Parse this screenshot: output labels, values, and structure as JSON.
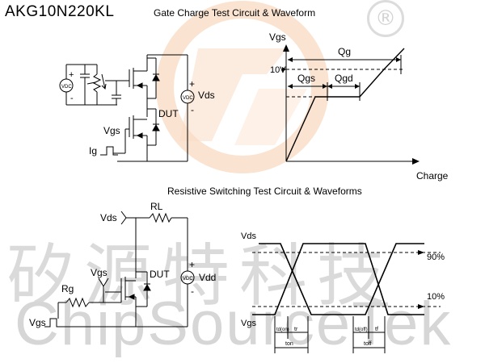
{
  "header": {
    "part_number": "AKG10N220KL",
    "registered_mark": "®"
  },
  "watermark": {
    "chinese": "矽源特科技",
    "english": "ChipSourceTek"
  },
  "gate_charge": {
    "title": "Gate Charge Test Circuit & Waveform",
    "circuit": {
      "vcc_left": "VDC",
      "vcc_right": "VDC",
      "plus": "+",
      "minus": "-",
      "vds_label": "Vds",
      "dut_label": "DUT",
      "vgs_label": "Vgs",
      "ig_label": "Ig"
    },
    "waveform": {
      "y_axis_label": "Vgs",
      "x_axis_label": "Charge",
      "level_label": "10V",
      "qg_label": "Qg",
      "qgs_label": "Qgs",
      "qgd_label": "Qgd"
    }
  },
  "switching": {
    "title": "Resistive Switching Test Circuit & Waveforms",
    "circuit": {
      "vds_label": "Vds",
      "rl_label": "RL",
      "vgs_label": "Vgs",
      "dut_label": "DUT",
      "rg_label": "Rg",
      "vgs_source_label": "Vgs",
      "vdd_label": "Vdd",
      "vcc_label": "VDC",
      "plus": "+",
      "minus": "-"
    },
    "waveform": {
      "vds_label": "Vds",
      "vgs_label": "Vgs",
      "pct_high": "90%",
      "pct_low": "10%",
      "t_don": "td(on)",
      "t_r": "tr",
      "t_doff": "td(off)",
      "t_f": "tf",
      "t_on": "ton",
      "t_off": "toff"
    }
  },
  "colors": {
    "ink": "#000000",
    "watermark_gray": "#d8d8d8",
    "logo_orange": "#f4b98a"
  }
}
